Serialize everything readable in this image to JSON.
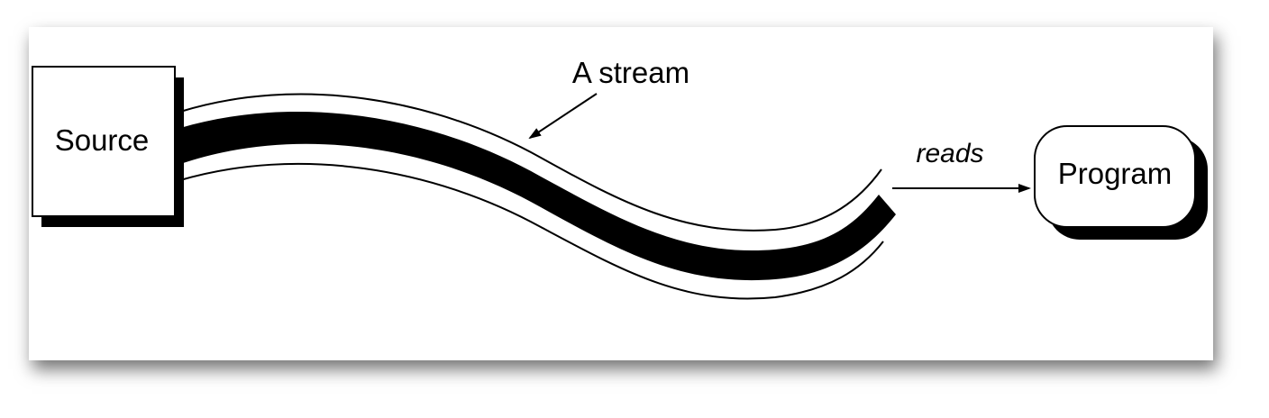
{
  "diagram": {
    "source_label": "Source",
    "program_label": "Program",
    "stream_label": "A stream",
    "reads_label": "reads"
  }
}
